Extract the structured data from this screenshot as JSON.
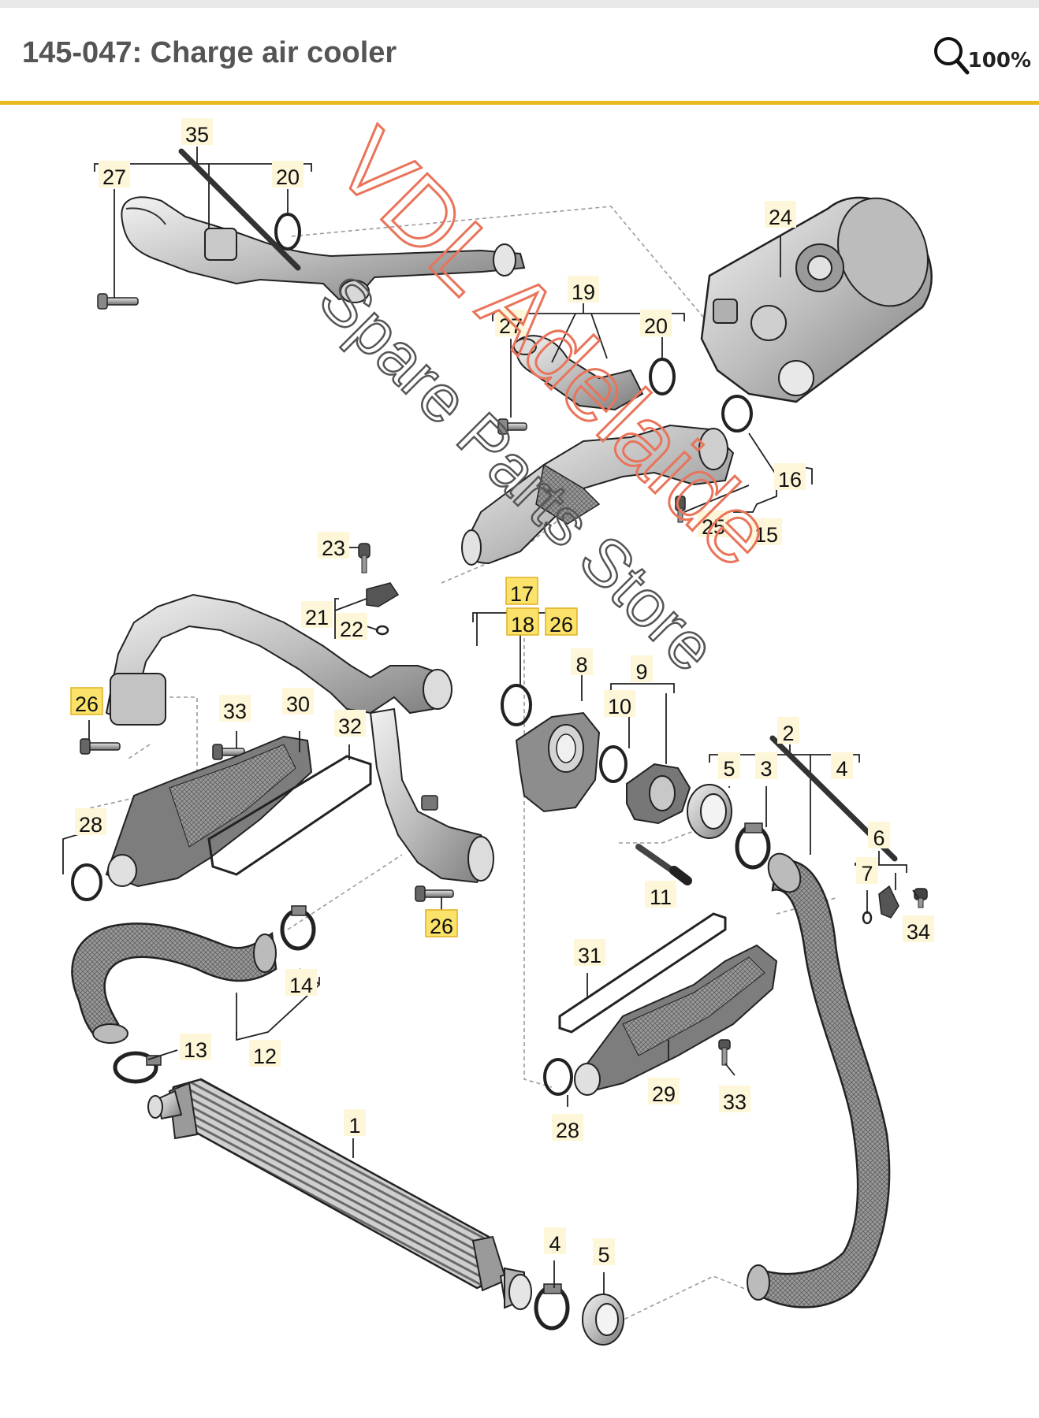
{
  "header": {
    "title": "145-047: Charge air cooler",
    "zoom_label": "100%"
  },
  "watermark": {
    "line1": "VDL Adelaide",
    "line2": "Spare Parts Store",
    "line1_color": "#e9745a",
    "line2_color": "#555555"
  },
  "colors": {
    "accent_rule": "#e8b91c",
    "highlight_fill": "#fbe36b",
    "callout_fill": "#fdf6d8"
  },
  "callouts": [
    {
      "id": "35",
      "label": "35",
      "highlighted": false
    },
    {
      "id": "27a",
      "label": "27",
      "highlighted": false
    },
    {
      "id": "20a",
      "label": "20",
      "highlighted": false
    },
    {
      "id": "24",
      "label": "24",
      "highlighted": false
    },
    {
      "id": "19",
      "label": "19",
      "highlighted": false
    },
    {
      "id": "27b",
      "label": "27",
      "highlighted": false
    },
    {
      "id": "20b",
      "label": "20",
      "highlighted": false
    },
    {
      "id": "16",
      "label": "16",
      "highlighted": false
    },
    {
      "id": "25",
      "label": "25",
      "highlighted": false
    },
    {
      "id": "15",
      "label": "15",
      "highlighted": false
    },
    {
      "id": "23",
      "label": "23",
      "highlighted": false
    },
    {
      "id": "21",
      "label": "21",
      "highlighted": false
    },
    {
      "id": "22",
      "label": "22",
      "highlighted": false
    },
    {
      "id": "17",
      "label": "17",
      "highlighted": true
    },
    {
      "id": "18",
      "label": "18",
      "highlighted": true
    },
    {
      "id": "26a",
      "label": "26",
      "highlighted": true
    },
    {
      "id": "8",
      "label": "8",
      "highlighted": false
    },
    {
      "id": "9",
      "label": "9",
      "highlighted": false
    },
    {
      "id": "10",
      "label": "10",
      "highlighted": false
    },
    {
      "id": "26b",
      "label": "26",
      "highlighted": true
    },
    {
      "id": "33a",
      "label": "33",
      "highlighted": false
    },
    {
      "id": "30",
      "label": "30",
      "highlighted": false
    },
    {
      "id": "32",
      "label": "32",
      "highlighted": false
    },
    {
      "id": "2",
      "label": "2",
      "highlighted": false
    },
    {
      "id": "5a",
      "label": "5",
      "highlighted": false
    },
    {
      "id": "3",
      "label": "3",
      "highlighted": false
    },
    {
      "id": "4a",
      "label": "4",
      "highlighted": false
    },
    {
      "id": "28a",
      "label": "28",
      "highlighted": false
    },
    {
      "id": "6",
      "label": "6",
      "highlighted": false
    },
    {
      "id": "7",
      "label": "7",
      "highlighted": false
    },
    {
      "id": "11",
      "label": "11",
      "highlighted": false
    },
    {
      "id": "34",
      "label": "34",
      "highlighted": false
    },
    {
      "id": "26c",
      "label": "26",
      "highlighted": true
    },
    {
      "id": "14",
      "label": "14",
      "highlighted": false
    },
    {
      "id": "31",
      "label": "31",
      "highlighted": false
    },
    {
      "id": "13",
      "label": "13",
      "highlighted": false
    },
    {
      "id": "12",
      "label": "12",
      "highlighted": false
    },
    {
      "id": "29",
      "label": "29",
      "highlighted": false
    },
    {
      "id": "33b",
      "label": "33",
      "highlighted": false
    },
    {
      "id": "28b",
      "label": "28",
      "highlighted": false
    },
    {
      "id": "1",
      "label": "1",
      "highlighted": false
    },
    {
      "id": "4b",
      "label": "4",
      "highlighted": false
    },
    {
      "id": "5b",
      "label": "5",
      "highlighted": false
    }
  ]
}
